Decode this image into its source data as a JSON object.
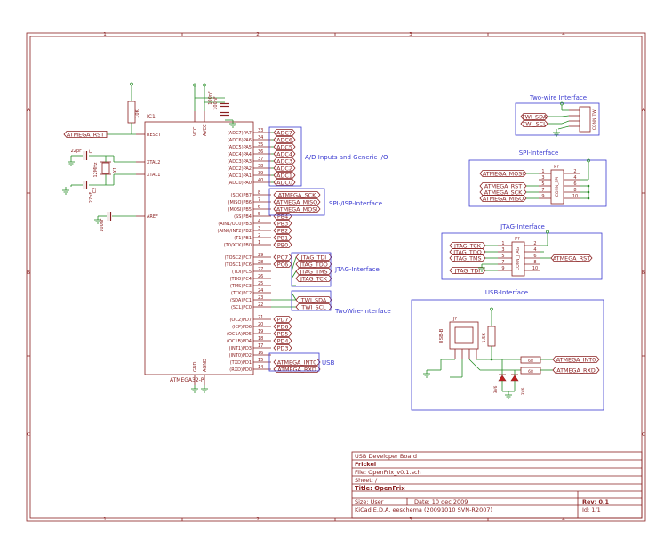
{
  "frame": {
    "columns": [
      "1",
      "2",
      "3",
      "4"
    ],
    "rows": [
      "A",
      "B",
      "C"
    ]
  },
  "colors": {
    "border": "#8a2020",
    "wire": "#208a20",
    "component": "#8a2020",
    "label_box": "#8a2020",
    "group_box": "#3a3ad0",
    "group_text": "#3a3ad0",
    "pin_text": "#8a2020",
    "power": "#208a20",
    "title_text": "#8a2020"
  },
  "components": {
    "ic_ref": "IC1",
    "ic_name": "ATMEGA32-P",
    "ic_left_pins": [
      "RESET",
      "XTAL2",
      "XTAL1",
      "AREF"
    ],
    "ic_right_pins": [
      {
        "name": "(ADC7)PA7",
        "num": "33"
      },
      {
        "name": "(ADC6)PA6",
        "num": "34"
      },
      {
        "name": "(ADC5)PA5",
        "num": "35"
      },
      {
        "name": "(ADC4)PA4",
        "num": "36"
      },
      {
        "name": "(ADC3)PA3",
        "num": "37"
      },
      {
        "name": "(ADC2)PA2",
        "num": "38"
      },
      {
        "name": "(ADC1)PA1",
        "num": "39"
      },
      {
        "name": "(ADC0)PA0",
        "num": "40"
      },
      {
        "name": "(SCK)PB7",
        "num": "8"
      },
      {
        "name": "(MISO)PB6",
        "num": "7"
      },
      {
        "name": "(MOSI)PB5",
        "num": "6"
      },
      {
        "name": "(SS)PB4",
        "num": "5"
      },
      {
        "name": "(AIN1/OC0)PB3",
        "num": "4"
      },
      {
        "name": "(AIN0/INT2)PB2",
        "num": "3"
      },
      {
        "name": "(T1)PB1",
        "num": "2"
      },
      {
        "name": "(T0/XCK)PB0",
        "num": "1"
      },
      {
        "name": "(TOSC2)PC7",
        "num": "29"
      },
      {
        "name": "(TOSC1)PC6",
        "num": "28"
      },
      {
        "name": "(TDI)PC5",
        "num": "27"
      },
      {
        "name": "(TDO)PC4",
        "num": "26"
      },
      {
        "name": "(TMS)PC3",
        "num": "25"
      },
      {
        "name": "(TCK)PC2",
        "num": "24"
      },
      {
        "name": "(SDA)PC1",
        "num": "23"
      },
      {
        "name": "(SCL)PC0",
        "num": "22"
      },
      {
        "name": "(OC2)PD7",
        "num": "21"
      },
      {
        "name": "(ICP)PD6",
        "num": "20"
      },
      {
        "name": "(OC1A)PD5",
        "num": "19"
      },
      {
        "name": "(OC1B)PD4",
        "num": "18"
      },
      {
        "name": "(INT1)PD3",
        "num": "17"
      },
      {
        "name": "(INT0)PD2",
        "num": "16"
      },
      {
        "name": "(TXD)PD1",
        "num": "15"
      },
      {
        "name": "(RXD)PD0",
        "num": "14"
      }
    ],
    "ic_bottom_pins": [
      "GND",
      "AGND"
    ],
    "ic_top_pins": [
      "VCC",
      "AVCC"
    ],
    "r_reset": "10K",
    "crystal": "X1",
    "crystal_val": "12MHz",
    "c1": "C1",
    "c2": "C2",
    "c22p": "22pF",
    "c27p": "27pF",
    "c_aref": "100nF",
    "c_vcc1": "100nF",
    "c_vcc2": "100nF"
  },
  "labels": {
    "atmega_rst": "ATMEGA_RST",
    "adc": [
      "ADC7",
      "ADC6",
      "ADC5",
      "ADC4",
      "ADC3",
      "ADC2",
      "ADC1",
      "ADC0"
    ],
    "spi": [
      "ATMEGA_SCK",
      "ATMEGA_MISO",
      "ATMEGA_MOSI"
    ],
    "pb": [
      "PB4",
      "PB3",
      "PB2",
      "PB1",
      "PB0"
    ],
    "pc": [
      "PC7",
      "PC6"
    ],
    "jtag": [
      "JTAG_TDI",
      "JTAG_TDO",
      "JTAG_TMS",
      "JTAG_TCK"
    ],
    "twi": [
      "TWI_SDA",
      "TWI_SCL"
    ],
    "pd": [
      "PD7",
      "PD6",
      "PD5",
      "PD4",
      "PD3"
    ],
    "usb": [
      "ATMEGA_INT0",
      "ATMEGA_RXD"
    ]
  },
  "groups": {
    "adc": "A/D Inputs and Generic I/O",
    "spi_isp": "SPI-/ISP-Interface",
    "jtag": "JTAG-Interface",
    "twowire": "TwoWire-Interface",
    "usb": "USB"
  },
  "interfaces": {
    "two_wire": {
      "title": "Two-wire Interface",
      "labels": [
        "TWI_SDA",
        "TWI_SCL"
      ],
      "connector": "CONN_TWI"
    },
    "spi": {
      "title": "SPI-Interface",
      "ref": "P?",
      "connector": "CONN_SPI",
      "left_labels": [
        "ATMEGA_MOSI",
        "ATMEGA_RST",
        "ATMEGA_SCK",
        "ATMEGA_MISO"
      ],
      "pins_left": [
        "1",
        "3",
        "5",
        "7",
        "9"
      ],
      "pins_right": [
        "2",
        "4",
        "6",
        "8",
        "10"
      ]
    },
    "jtag": {
      "title": "JTAG-Interface",
      "ref": "P?",
      "connector": "CONN_JTAG",
      "left_labels": [
        "JTAG_TCK",
        "JTAG_TDO",
        "JTAG_TMS",
        "JTAG_TDI"
      ],
      "right_label": "ATMEGA_RST",
      "pins_left": [
        "1",
        "3",
        "5",
        "7",
        "9"
      ],
      "pins_right": [
        "2",
        "4",
        "6",
        "8",
        "10"
      ]
    },
    "usb": {
      "title": "USB-Interface",
      "ref": "J?",
      "connector": "USB-B",
      "labels": [
        "ATMEGA_INT0",
        "ATMEGA_RXD"
      ],
      "r1": "1.5K",
      "r2": "68",
      "r3": "68",
      "zener": "3V6"
    }
  },
  "title_block": {
    "org": "USB Developer Board",
    "author": "Frickel",
    "file": "File: OpenFrix_v0.1.sch",
    "sheet": "Sheet: /",
    "title": "Title: OpenFrix",
    "size": "Size: User",
    "date": "Date: 10 dec 2009",
    "rev": "Rev: 0.1",
    "kicad": "KiCad E.D.A.  eeschema (20091010 SVN-R2007)",
    "id": "Id: 1/1"
  }
}
